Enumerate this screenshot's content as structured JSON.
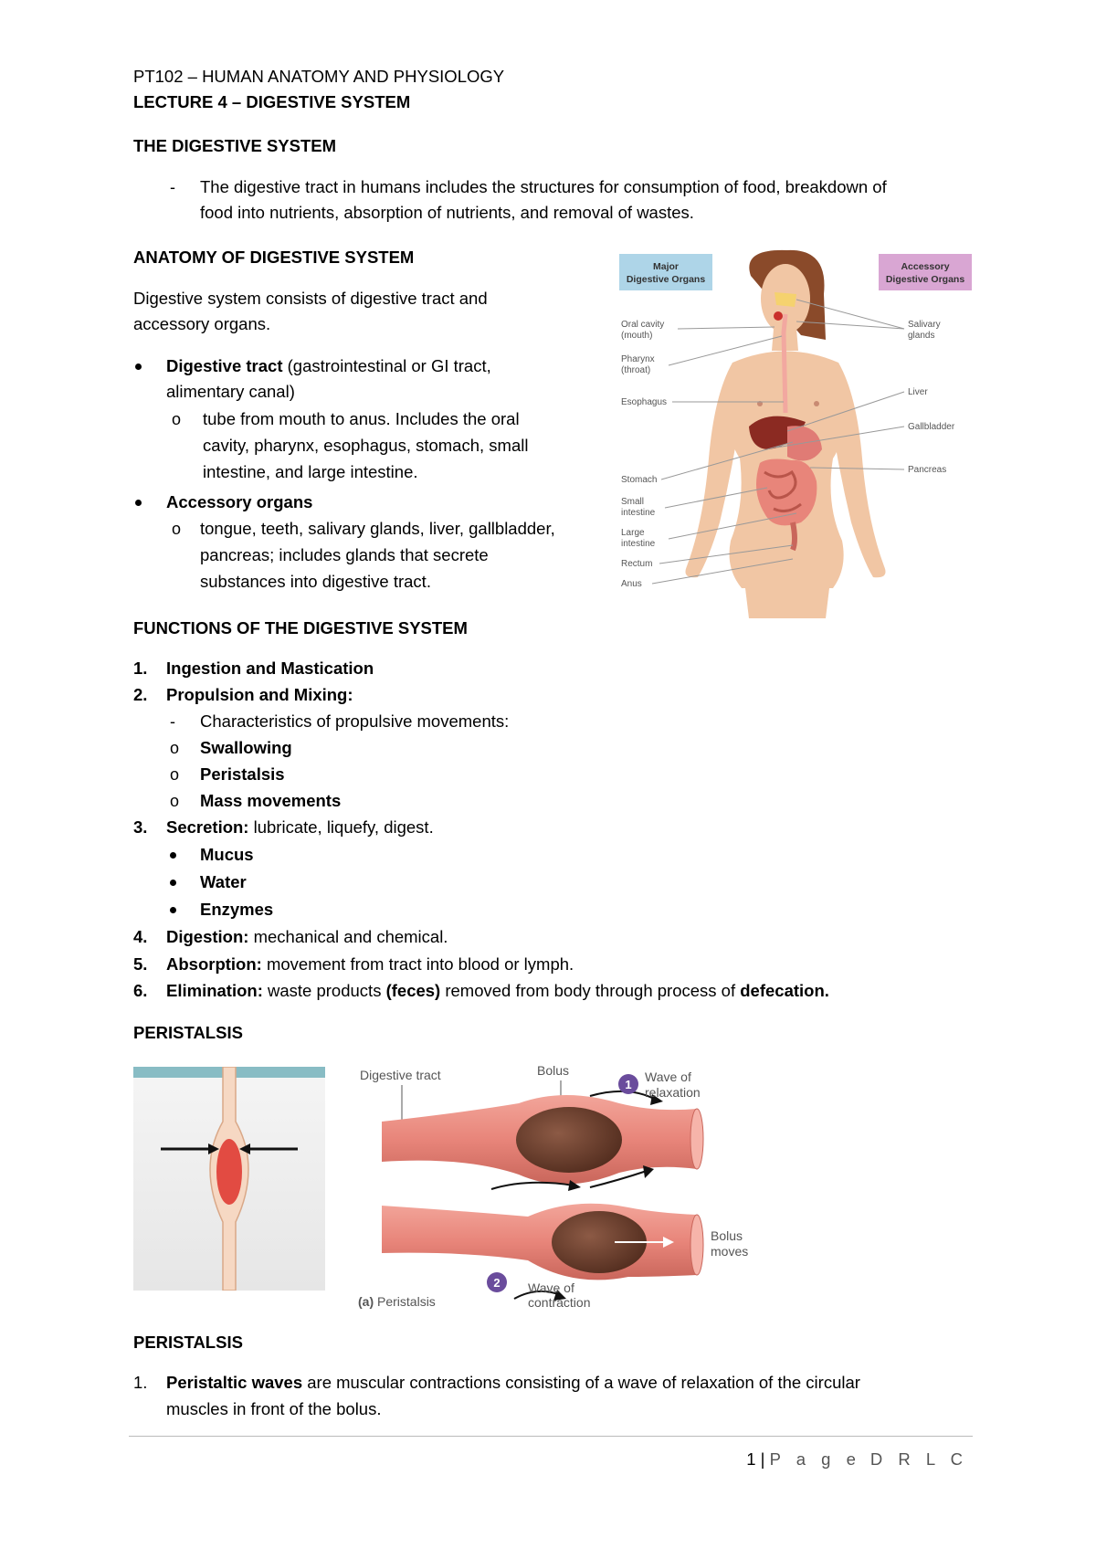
{
  "header": {
    "course": "PT102 – HUMAN ANATOMY AND PHYSIOLOGY",
    "lecture": "LECTURE 4 – DIGESTIVE SYSTEM"
  },
  "section1": {
    "heading": "THE DIGESTIVE SYSTEM",
    "dash": "-",
    "line1": "The digestive tract in humans includes the structures for consumption of food, breakdown of",
    "line2": "food into nutrients, absorption of nutrients, and removal of wastes."
  },
  "section2": {
    "heading": "ANATOMY OF DIGESTIVE SYSTEM",
    "intro1": "Digestive system consists of digestive tract and",
    "intro2": "accessory organs.",
    "tract_bold": "Digestive tract",
    "tract_rest": " (gastrointestinal or GI tract,",
    "tract_line2": "alimentary canal)",
    "sub_marker": "o",
    "tract_sub1": "tube from mouth to anus. Includes the oral",
    "tract_sub2": "cavity, pharynx, esophagus, stomach, small",
    "tract_sub3": "intestine, and large intestine.",
    "acc_bold": "Accessory organs",
    "acc_sub1": "tongue, teeth, salivary glands, liver, gallbladder,",
    "acc_sub2": "pancreas; includes glands that secrete",
    "acc_sub3": "substances into digestive tract."
  },
  "figure1": {
    "major_label_1": "Major",
    "major_label_2": "Digestive Organs",
    "accessory_label_1": "Accessory",
    "accessory_label_2": "Digestive Organs",
    "left_labels": [
      [
        "Oral cavity",
        "(mouth)"
      ],
      [
        "Pharynx",
        "(throat)"
      ],
      [
        "Esophagus"
      ],
      [
        "Stomach"
      ],
      [
        "Small",
        "intestine"
      ],
      [
        "Large",
        "intestine"
      ],
      [
        "Rectum"
      ],
      [
        "Anus"
      ]
    ],
    "right_labels": [
      [
        "Salivary",
        "glands"
      ],
      [
        "Liver"
      ],
      [
        "Gallbladder"
      ],
      [
        "Pancreas"
      ]
    ],
    "colors": {
      "major_box": "#aed5e8",
      "accessory_box": "#d9a6d3",
      "skin": "#f1c6a4",
      "hair": "#8a4a2a",
      "liver": "#8b2a22"
    }
  },
  "section3": {
    "heading": "FUNCTIONS OF THE DIGESTIVE SYSTEM",
    "items": [
      {
        "num": "1.",
        "bold": "Ingestion and Mastication",
        "rest": ""
      },
      {
        "num": "2.",
        "bold": "Propulsion and Mixing:",
        "rest": ""
      },
      {
        "num": "3.",
        "bold": "Secretion:",
        "rest": " lubricate, liquefy, digest."
      },
      {
        "num": "4.",
        "bold": "Digestion:",
        "rest": " mechanical and chemical."
      },
      {
        "num": "5.",
        "bold": "Absorption:",
        "rest": " movement from tract into blood or lymph."
      },
      {
        "num": "6.",
        "bold": "Elimination:",
        "rest": " waste products "
      }
    ],
    "elim_feces": "(feces)",
    "elim_mid": " removed from body through process of ",
    "elim_defecation": "defecation.",
    "prop_dash": "-",
    "prop_char": "Characteristics of propulsive movements:",
    "prop_subs": [
      "Swallowing",
      "Peristalsis",
      "Mass movements"
    ],
    "sec_subs": [
      "Mucus",
      "Water",
      "Enzymes"
    ]
  },
  "section4": {
    "heading": "PERISTALSIS"
  },
  "figure2": {
    "digestive_tract": "Digestive tract",
    "bolus": "Bolus",
    "wave_relax_num": "1",
    "wave_relax_1": "Wave of",
    "wave_relax_2": "relaxation",
    "bolus_moves_1": "Bolus",
    "bolus_moves_2": "moves",
    "wave_contract_num": "2",
    "wave_contract_1": "Wave of",
    "wave_contract_2": "contraction",
    "caption_bold": "(a)",
    "caption_rest": " Peristalsis",
    "colors": {
      "tube": "#e8857a",
      "bolus": "#6b3a2a",
      "badge": "#6a4c9c"
    }
  },
  "section5": {
    "heading": "PERISTALSIS",
    "num": "1.",
    "bold": "Peristaltic waves",
    "rest": " are muscular contractions consisting of a wave of relaxation of the circular",
    "line2": "muscles in front of the bolus."
  },
  "footer": {
    "page_num": "1",
    "sep": " | ",
    "page_word": "P a g e",
    "initials": "D R L C"
  }
}
